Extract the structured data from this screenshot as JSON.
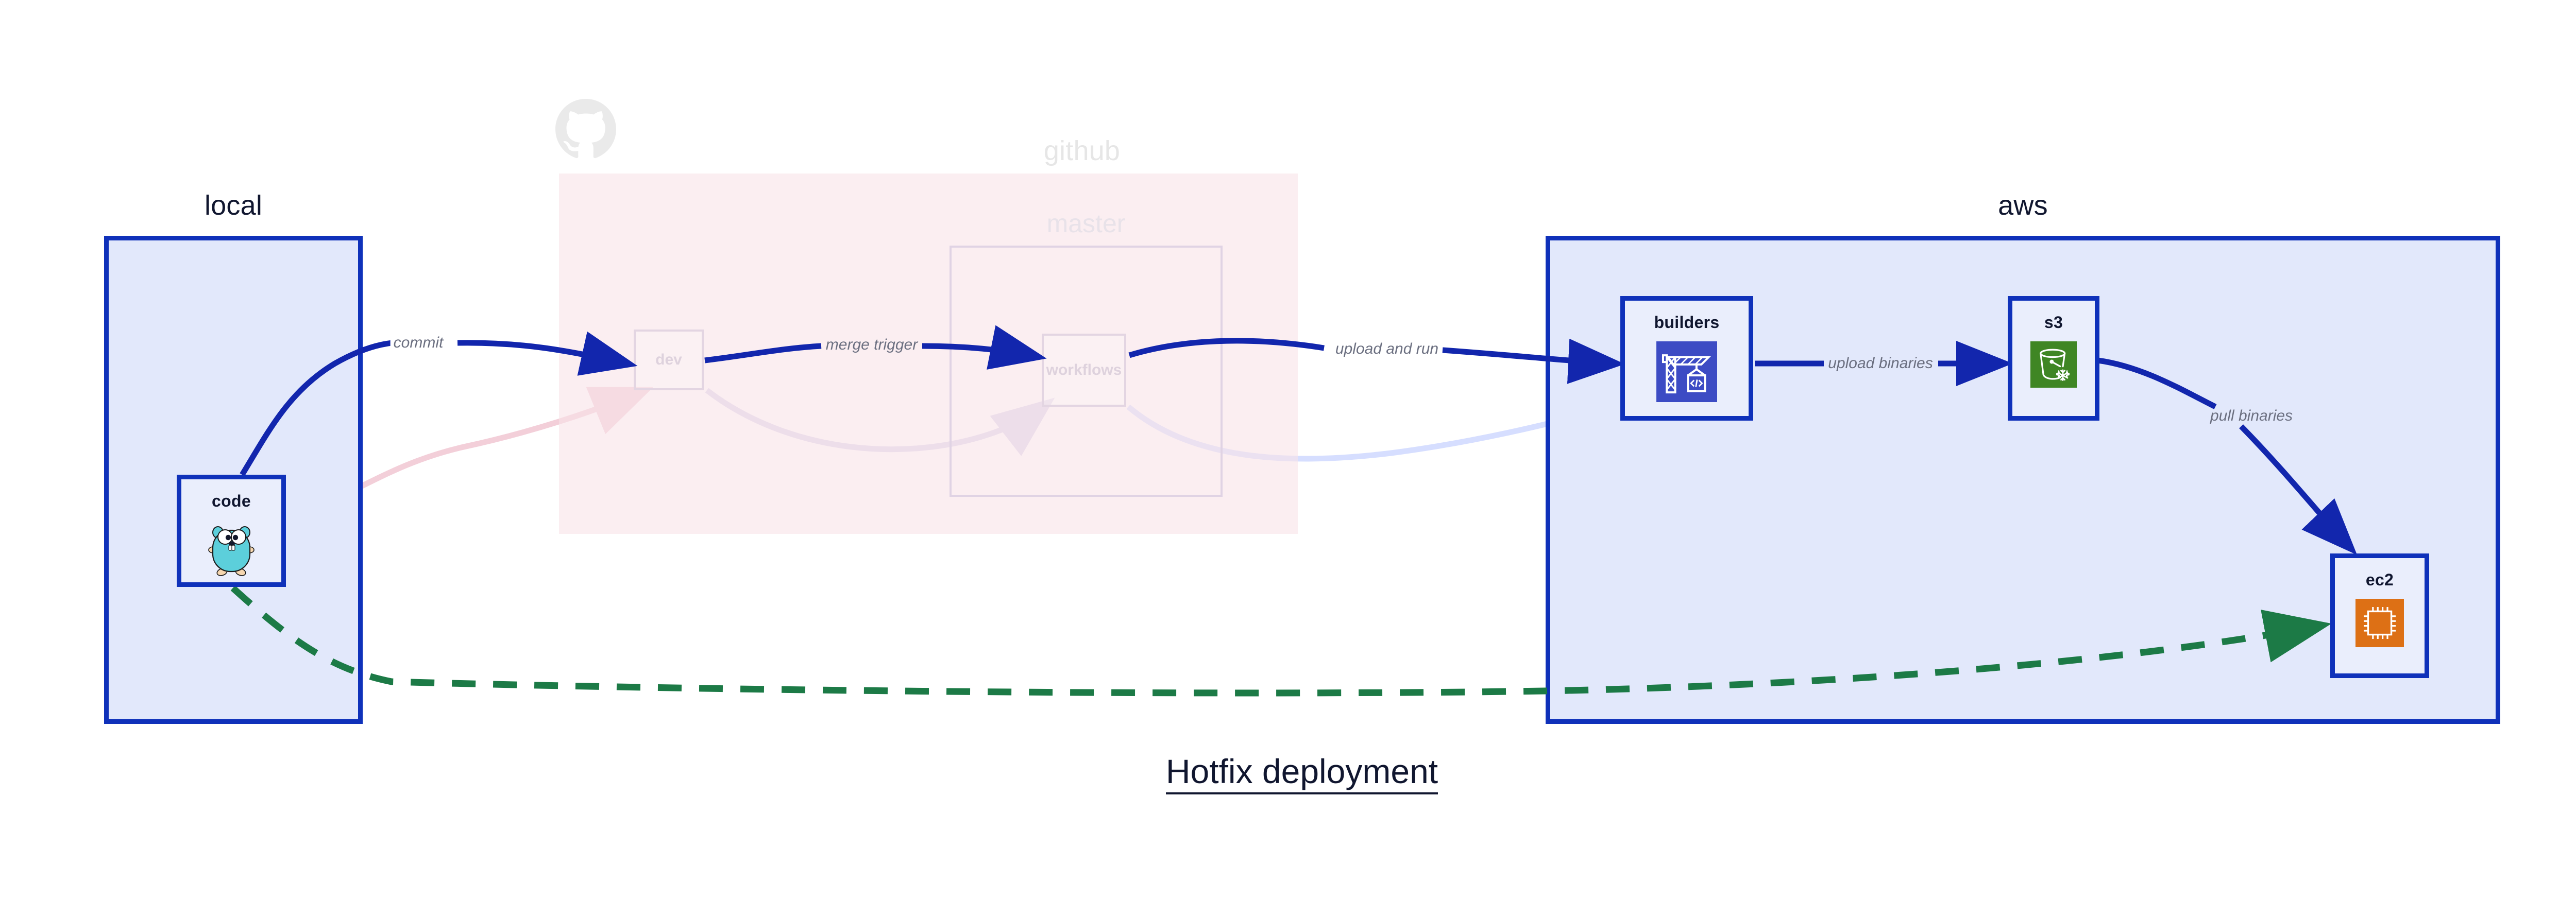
{
  "diagram": {
    "title": "Hotfix deployment",
    "groups": [
      {
        "id": "local",
        "label": "local",
        "fill": "#e2e8fb",
        "stroke": "#0f31ba",
        "faded": false
      },
      {
        "id": "github",
        "label": "github",
        "fill": "#f9e3e8",
        "stroke": "none",
        "faded": true
      },
      {
        "id": "aws",
        "label": "aws",
        "fill": "#e2e8fb",
        "stroke": "#0f31ba",
        "faded": false
      }
    ],
    "nodes": [
      {
        "id": "code",
        "label": "code",
        "icon": "go-gopher-icon",
        "group": "local",
        "faded": false
      },
      {
        "id": "master",
        "label": "master",
        "icon": "",
        "group": "github",
        "faded": true
      },
      {
        "id": "dev",
        "label": "dev",
        "icon": "",
        "group": "github",
        "faded": true
      },
      {
        "id": "workflows",
        "label": "workflows",
        "icon": "",
        "group": "github",
        "faded": true
      },
      {
        "id": "builders",
        "label": "builders",
        "icon": "aws-codebuild-icon",
        "group": "aws",
        "faded": false
      },
      {
        "id": "s3",
        "label": "s3",
        "icon": "aws-s3-bucket-icon",
        "group": "aws",
        "faded": false
      },
      {
        "id": "ec2",
        "label": "ec2",
        "icon": "aws-ec2-chip-icon",
        "group": "aws",
        "faded": false
      }
    ],
    "edges": [
      {
        "id": "e-commit",
        "from": "code",
        "to": "dev",
        "label": "commit",
        "style": "solid",
        "color": "#1226ad"
      },
      {
        "id": "e-merge",
        "from": "dev",
        "to": "workflows",
        "label": "merge trigger",
        "style": "solid",
        "color": "#1226ad"
      },
      {
        "id": "e-upload",
        "from": "workflows",
        "to": "builders",
        "label": "upload and run",
        "style": "solid",
        "color": "#1226ad"
      },
      {
        "id": "e-binaries",
        "from": "builders",
        "to": "s3",
        "label": "upload binaries",
        "style": "solid",
        "color": "#1226ad"
      },
      {
        "id": "e-pull",
        "from": "s3",
        "to": "ec2",
        "label": "pull binaries",
        "style": "solid",
        "color": "#1226ad"
      },
      {
        "id": "e-hotfix",
        "from": "code",
        "to": "ec2",
        "label": "",
        "style": "dashed",
        "color": "#1c7a46"
      }
    ],
    "faded_edges": [
      {
        "id": "e-faded-code-dev",
        "from": "code",
        "to": "dev",
        "color": "#f6d9e1"
      },
      {
        "id": "e-faded-dev-workflows",
        "from": "dev",
        "to": "workflows",
        "color": "#e6e2f2"
      },
      {
        "id": "e-faded-wf-builders",
        "from": "workflows",
        "to": "builders",
        "color": "#dfe5fa"
      }
    ],
    "colors": {
      "group_fill_blue": "#e2e8fb",
      "group_fill_pink": "#f9e3e8",
      "stroke_blue": "#0f31ba",
      "edge_blue": "#1226ad",
      "edge_green": "#1c7a46",
      "label_gray": "#6b6f80",
      "text_dark": "#10162f",
      "faded_gray": "#e3d5e2",
      "codebuild_bg": "#3c4bc4",
      "s3_bg": "#3f8624",
      "ec2_bg": "#dd7015",
      "gopher_body": "#5ccfdb"
    }
  }
}
